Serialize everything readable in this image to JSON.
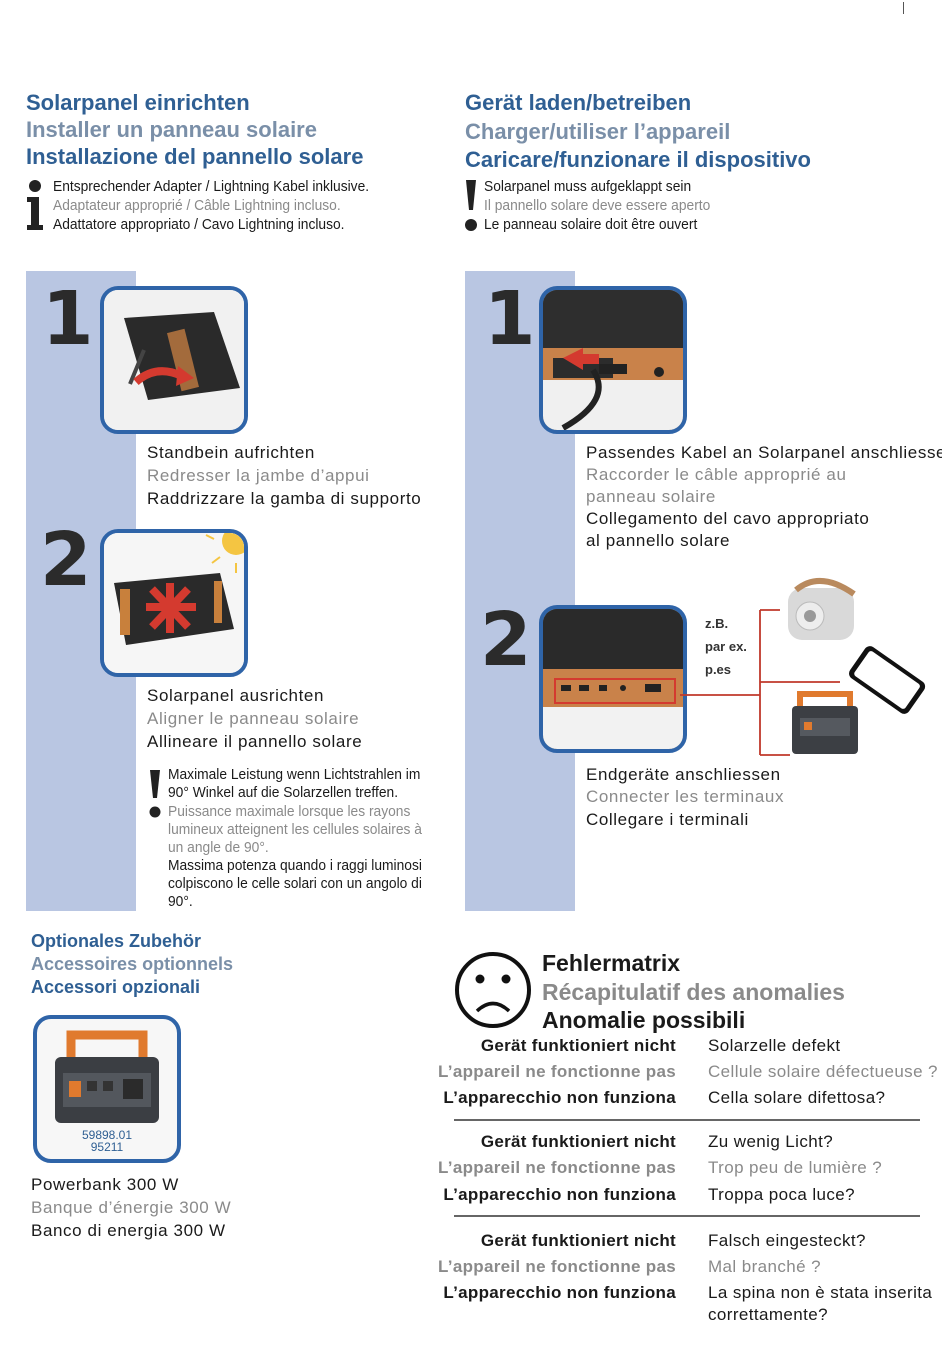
{
  "left_header": {
    "title_de": "Solarpanel einrichten",
    "title_fr": "Installer un panneau solaire",
    "title_it": "Installazione del pannello solare",
    "info_de": "Entsprechender Adapter / Lightning Kabel inklusive.",
    "info_fr": "Adaptateur approprié / Câble Lightning incluso.",
    "info_it": "Adattatore appropriato / Cavo Lightning incluso."
  },
  "right_header": {
    "title_de": "Gerät laden/betreiben",
    "title_fr": "Charger/utiliser l’appareil",
    "title_it": "Caricare/funzionare il dispositivo",
    "warn_de": "Solarpanel muss aufgeklappt sein",
    "warn_it": "Il pannello solare deve essere aperto",
    "warn_fr": "Le panneau solaire doit être ouvert"
  },
  "left_steps": [
    {
      "num": "1",
      "de": "Standbein aufrichten",
      "fr": "Redresser la jambe d’appui",
      "it": "Raddrizzare la gamba di supporto"
    },
    {
      "num": "2",
      "de": "Solarpanel ausrichten",
      "fr": "Aligner le panneau solaire",
      "it": "Allineare il pannello solare"
    }
  ],
  "left_warning": {
    "de": "Maximale Leistung wenn Lichtstrahlen im 90° Winkel auf die Solarzellen treffen.",
    "fr": "Puissance maximale lorsque les rayons lumineux atteignent les cellules solaires à un angle de 90°.",
    "it": "Massima potenza quando i raggi luminosi colpiscono le celle solari con un angolo di 90°."
  },
  "right_steps": [
    {
      "num": "1",
      "de": "Passendes Kabel an Solarpanel anschliessen",
      "fr1": "Raccorder le câble approprié au",
      "fr2": "panneau solaire",
      "it1": "Collegamento del cavo appropriato",
      "it2": "al pannello solare"
    },
    {
      "num": "2",
      "de": "Endgeräte anschliessen",
      "fr": "Connecter les terminaux",
      "it": "Collegare i terminali"
    }
  ],
  "example_labels": {
    "de": "z.B.",
    "fr": "par ex.",
    "it": "p.es"
  },
  "accessories": {
    "title_de": "Optionales Zubehör",
    "title_fr": "Accessoires optionnels",
    "title_it": "Accessori opzionali",
    "code1": "59898.01",
    "code2": "95211",
    "name_de": "Powerbank 300 W",
    "name_fr": "Banque d’énergie 300 W",
    "name_it": "Banco di energia 300 W"
  },
  "fault_matrix": {
    "title_de": "Fehlermatrix",
    "title_fr": "Récapitulatif des anomalies",
    "title_it": "Anomalie possibili",
    "rows": [
      {
        "l_de": "Gerät funktioniert nicht",
        "l_fr": "L’appareil ne fonctionne pas",
        "l_it": "L’apparecchio non funziona",
        "r_de": "Solarzelle defekt",
        "r_fr": "Cellule solaire défectueuse ?",
        "r_it": "Cella solare difettosa?",
        "r_it2": ""
      },
      {
        "l_de": "Gerät funktioniert nicht",
        "l_fr": "L’appareil ne fonctionne pas",
        "l_it": "L’apparecchio non funziona",
        "r_de": "Zu wenig Licht?",
        "r_fr": "Trop peu de lumière ?",
        "r_it": "Troppa poca luce?",
        "r_it2": ""
      },
      {
        "l_de": "Gerät funktioniert nicht",
        "l_fr": "L’appareil ne fonctionne pas",
        "l_it": "L’apparecchio non funziona",
        "r_de": "Falsch eingesteckt?",
        "r_fr": "Mal branché ?",
        "r_it": "La spina non è stata inserita",
        "r_it2": "correttamente?"
      }
    ]
  }
}
